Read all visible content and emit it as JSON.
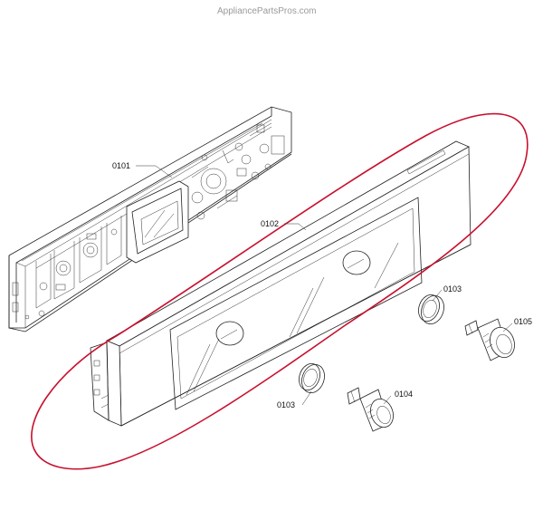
{
  "watermark": "AppliancePartsPros.com",
  "highlight_color": "#c8102e",
  "parts": [
    {
      "id": "control-board-panel",
      "label": "0101"
    },
    {
      "id": "front-glass-panel",
      "label": "0102"
    },
    {
      "id": "knob-ring-right",
      "label": "0103"
    },
    {
      "id": "knob-ring-left",
      "label": "0103"
    },
    {
      "id": "knob-small",
      "label": "0104"
    },
    {
      "id": "knob-large",
      "label": "0105"
    }
  ]
}
